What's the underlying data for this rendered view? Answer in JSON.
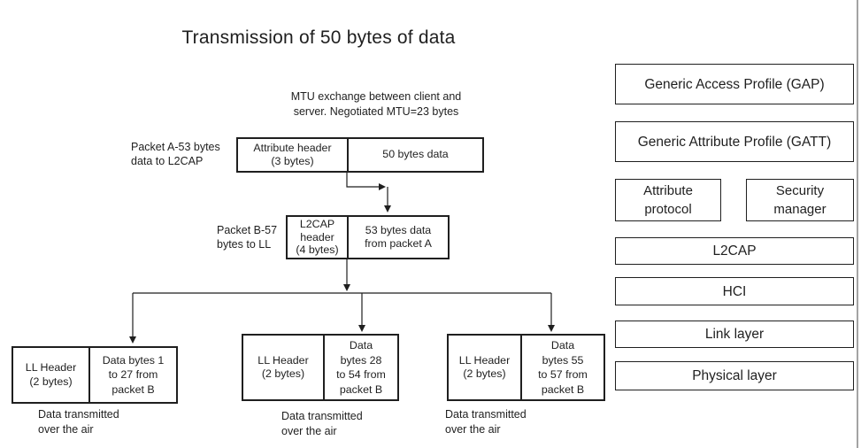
{
  "title": "Transmission of 50 bytes of data",
  "mtu_note": {
    "line1": "MTU exchange between client and",
    "line2": "server. Negotiated MTU=23 bytes"
  },
  "packet_a": {
    "label_line1": "Packet A-53 bytes",
    "label_line2": "data to L2CAP",
    "header_line1": "Attribute header",
    "header_line2": "(3 bytes)",
    "payload": "50 bytes data"
  },
  "packet_b": {
    "label_line1": "Packet B-57",
    "label_line2": "bytes to LL",
    "header_line1": "L2CAP",
    "header_line2": "header",
    "header_line3": "(4 bytes)",
    "payload_line1": "53 bytes data",
    "payload_line2": "from packet A"
  },
  "ll_packets": [
    {
      "header_line1": "LL Header",
      "header_line2": "(2 bytes)",
      "data_lines": [
        "Data bytes 1",
        "to 27 from",
        "packet B"
      ],
      "caption_line1": "Data transmitted",
      "caption_line2": "over the air"
    },
    {
      "header_line1": "LL Header",
      "header_line2": "(2 bytes)",
      "data_lines": [
        "Data",
        "bytes 28",
        "to 54 from",
        "packet B"
      ],
      "caption_line1": "Data transmitted",
      "caption_line2": "over the air"
    },
    {
      "header_line1": "LL Header",
      "header_line2": "(2 bytes)",
      "data_lines": [
        "Data",
        "bytes 55",
        "to 57 from",
        "packet B"
      ],
      "caption_line1": "Data transmitted",
      "caption_line2": "over the air"
    }
  ],
  "protocol_stack": {
    "gap": "Generic Access Profile (GAP)",
    "gatt": "Generic Attribute Profile (GATT)",
    "attribute_protocol_line1": "Attribute",
    "attribute_protocol_line2": "protocol",
    "security_manager_line1": "Security",
    "security_manager_line2": "manager",
    "l2cap": "L2CAP",
    "hci": "HCI",
    "link_layer": "Link layer",
    "physical_layer": "Physical layer"
  },
  "colors": {
    "ink": "#1f1f1f",
    "edge_line": "#a3a3a3",
    "background": "#ffffff"
  }
}
